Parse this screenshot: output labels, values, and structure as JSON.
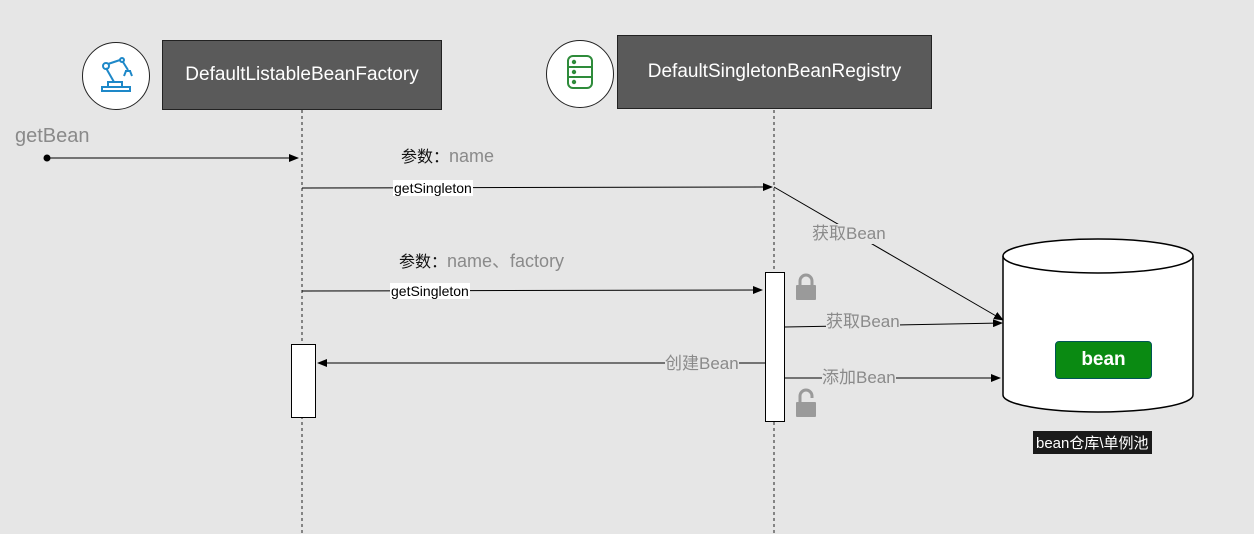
{
  "lifelines": {
    "factory": {
      "title": "DefaultListableBeanFactory",
      "icon": "robot-arm-icon"
    },
    "registry": {
      "title": "DefaultSingletonBeanRegistry",
      "icon": "database-icon"
    }
  },
  "entry": {
    "label": "getBean"
  },
  "call1": {
    "param_prefix": "参数：",
    "param_value": "name",
    "method": "getSingleton"
  },
  "call2": {
    "param_prefix": "参数：",
    "param_value": "name、factory",
    "method": "getSingleton"
  },
  "arrows": {
    "get_bean_1": "获取Bean",
    "get_bean_2": "获取Bean",
    "create_bean": "创建Bean",
    "add_bean": "添加Bean"
  },
  "store": {
    "item": "bean",
    "caption": "bean仓库\\单例池"
  },
  "colors": {
    "lifeline_bg": "#5a5a5a",
    "bean_green": "#0a8a12",
    "lock_gray": "#9a9a9a"
  }
}
